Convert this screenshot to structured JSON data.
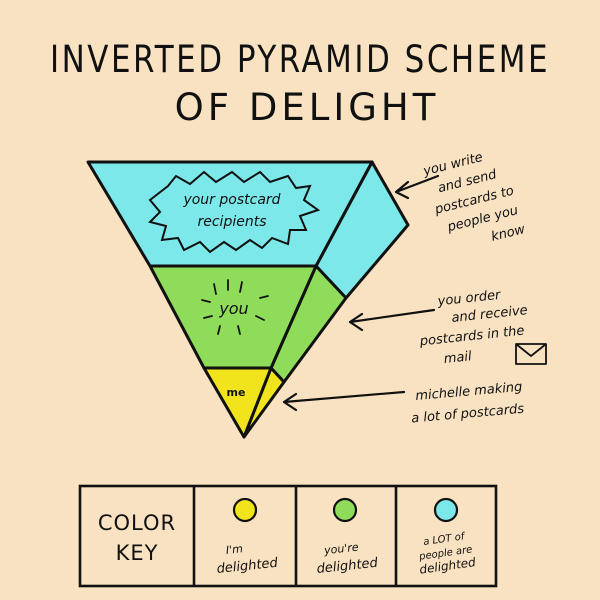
{
  "title": {
    "line1": "INVERTED PYRAMID SCHEME",
    "line2": "OF DELIGHT"
  },
  "pyramid": {
    "top_label_line1": "your postcard",
    "top_label_line2": "recipients",
    "middle_label": "you",
    "bottom_label": "me",
    "colors": {
      "top": "#7de8ea",
      "middle": "#8fdc5a",
      "bottom": "#f2e41c",
      "side_top": "#7de8ea",
      "side_middle": "#8fdc5a",
      "side_bottom": "#f2e41c"
    }
  },
  "annotations": {
    "top": [
      "you write",
      "and send",
      "postcards to",
      "people you",
      "know"
    ],
    "middle": [
      "you order",
      "and receive",
      "postcards in the",
      "mail"
    ],
    "bottom": [
      "michelle making",
      "a lot of postcards"
    ]
  },
  "icons": {
    "mail": "envelope-icon"
  },
  "color_key": {
    "label_line1": "COLOR",
    "label_line2": "KEY",
    "items": [
      {
        "color": "#f2e41c",
        "line1": "I'm",
        "line2": "delighted"
      },
      {
        "color": "#8fdc5a",
        "line1": "you're",
        "line2": "delighted"
      },
      {
        "color": "#7de8ea",
        "line1": "a LOT of",
        "line2": "people are",
        "line3": "delighted"
      }
    ]
  }
}
